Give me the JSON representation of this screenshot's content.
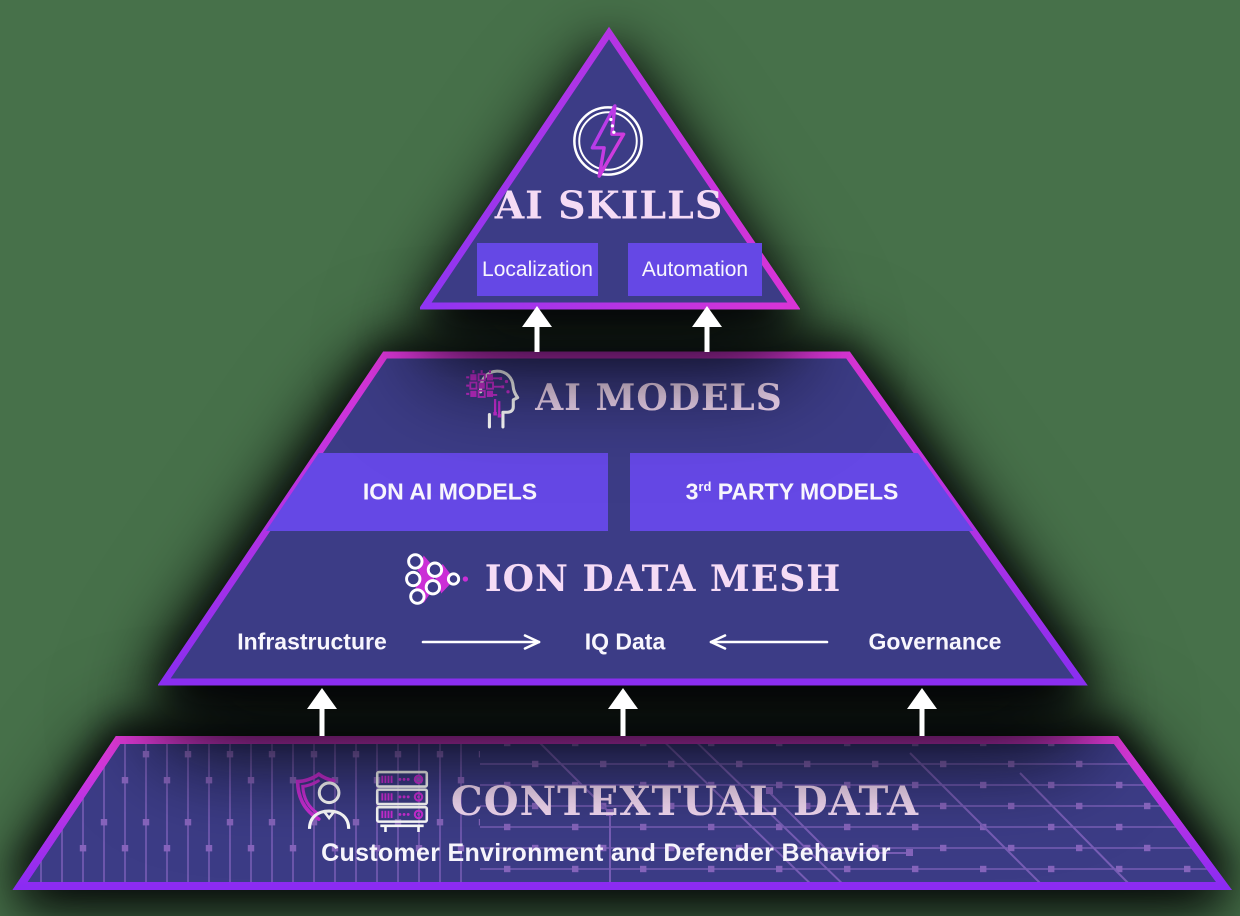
{
  "theme": {
    "bg": "#47714A",
    "layer_fill": "#3C3C86",
    "box_fill": "#6548E5",
    "title_pink": "#F5DBF5",
    "text_white": "#F8F6FD",
    "magenta": "#CB2ED6",
    "violet": "#8B2BF2",
    "trace": "#A878DC"
  },
  "ai_skills": {
    "title": "AI SKILLS",
    "box_left": "Localization",
    "box_right": "Automation"
  },
  "ai_models": {
    "title": "AI MODELS",
    "box_left": "ION AI MODELS",
    "box_right_num": "3",
    "box_right_sup": "rd",
    "box_right_rest": " PARTY MODELS"
  },
  "ion_data_mesh": {
    "title": "ION DATA MESH",
    "flow_left": "Infrastructure",
    "flow_center": "IQ Data",
    "flow_right": "Governance"
  },
  "contextual_data": {
    "title": "CONTEXTUAL DATA",
    "subtitle": "Customer Environment and Defender Behavior"
  }
}
